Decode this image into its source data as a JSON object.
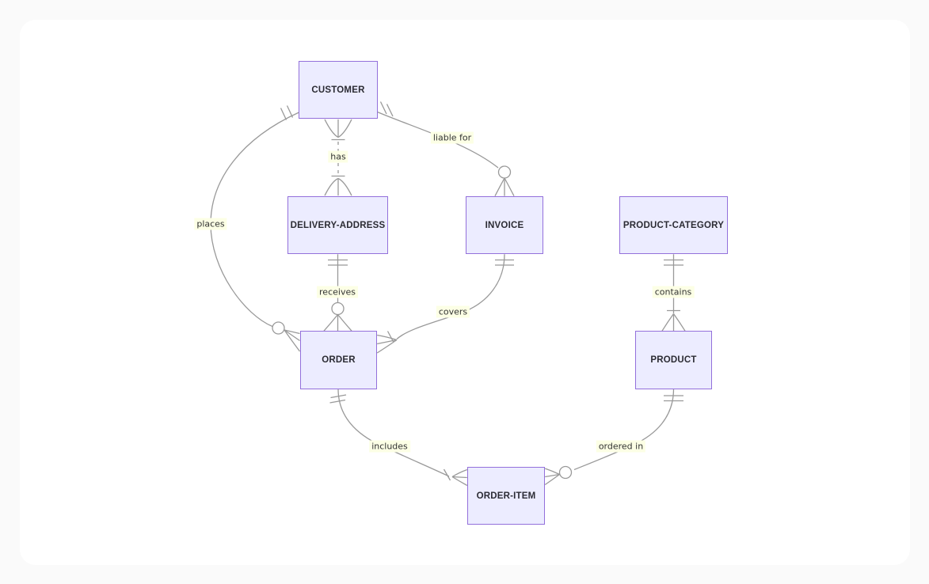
{
  "diagram": {
    "type": "entity-relationship-diagram",
    "notation": "crows-foot",
    "entities": [
      {
        "id": "customer",
        "label": "CUSTOMER"
      },
      {
        "id": "delivery-address",
        "label": "DELIVERY-ADDRESS"
      },
      {
        "id": "invoice",
        "label": "INVOICE"
      },
      {
        "id": "product-category",
        "label": "PRODUCT-CATEGORY"
      },
      {
        "id": "order",
        "label": "ORDER"
      },
      {
        "id": "product",
        "label": "PRODUCT"
      },
      {
        "id": "order-item",
        "label": "ORDER-ITEM"
      }
    ],
    "relationships": [
      {
        "from": "CUSTOMER",
        "to": "DELIVERY-ADDRESS",
        "label": "has",
        "from_cardinality": "one-or-many",
        "to_cardinality": "one-or-many",
        "line": "dashed"
      },
      {
        "from": "CUSTOMER",
        "to": "ORDER",
        "label": "places",
        "from_cardinality": "exactly-one",
        "to_cardinality": "zero-or-many",
        "line": "solid"
      },
      {
        "from": "CUSTOMER",
        "to": "INVOICE",
        "label": "liable for",
        "from_cardinality": "exactly-one",
        "to_cardinality": "zero-or-many",
        "line": "solid"
      },
      {
        "from": "DELIVERY-ADDRESS",
        "to": "ORDER",
        "label": "receives",
        "from_cardinality": "exactly-one",
        "to_cardinality": "zero-or-many",
        "line": "solid"
      },
      {
        "from": "INVOICE",
        "to": "ORDER",
        "label": "covers",
        "from_cardinality": "exactly-one",
        "to_cardinality": "one-or-many",
        "line": "solid"
      },
      {
        "from": "PRODUCT-CATEGORY",
        "to": "PRODUCT",
        "label": "contains",
        "from_cardinality": "exactly-one",
        "to_cardinality": "one-or-many",
        "line": "solid"
      },
      {
        "from": "ORDER",
        "to": "ORDER-ITEM",
        "label": "includes",
        "from_cardinality": "exactly-one",
        "to_cardinality": "one-or-many",
        "line": "solid"
      },
      {
        "from": "PRODUCT",
        "to": "ORDER-ITEM",
        "label": "ordered in",
        "from_cardinality": "exactly-one",
        "to_cardinality": "zero-or-many",
        "line": "solid"
      }
    ],
    "colors": {
      "page_background": "#fafafa",
      "canvas_background": "#ffffff",
      "entity_fill": "#ECECFF",
      "entity_border": "#9370DB",
      "relationship_line": "#999999",
      "label_background": "#fcffe5",
      "text": "#333333"
    }
  }
}
